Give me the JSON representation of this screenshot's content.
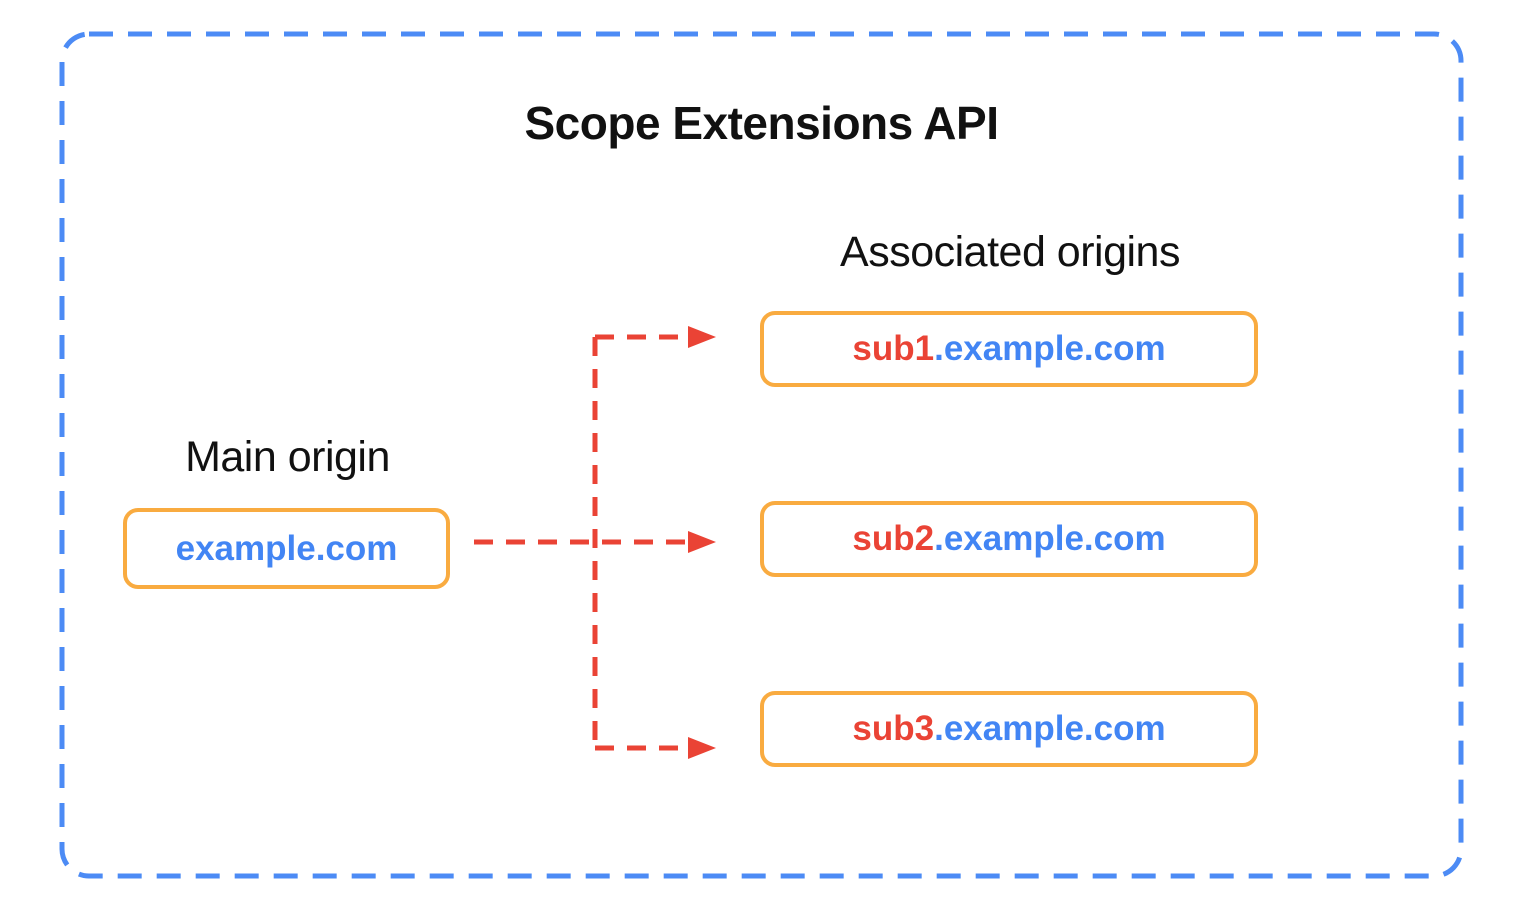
{
  "diagram": {
    "title": "Scope Extensions API",
    "main_origin": {
      "label": "Main origin",
      "domain": "example.com"
    },
    "associated_origins": {
      "label": "Associated origins",
      "items": [
        {
          "prefix": "sub1",
          "suffix": ".example.com"
        },
        {
          "prefix": "sub2",
          "suffix": ".example.com"
        },
        {
          "prefix": "sub3",
          "suffix": ".example.com"
        }
      ]
    },
    "colors": {
      "container_border": "#4C8BF5",
      "arrow": "#EA4335",
      "box_border": "#F9AB40",
      "domain_text": "#4285F4",
      "subdomain_prefix_text": "#EA4335",
      "label_text": "#111111"
    }
  }
}
